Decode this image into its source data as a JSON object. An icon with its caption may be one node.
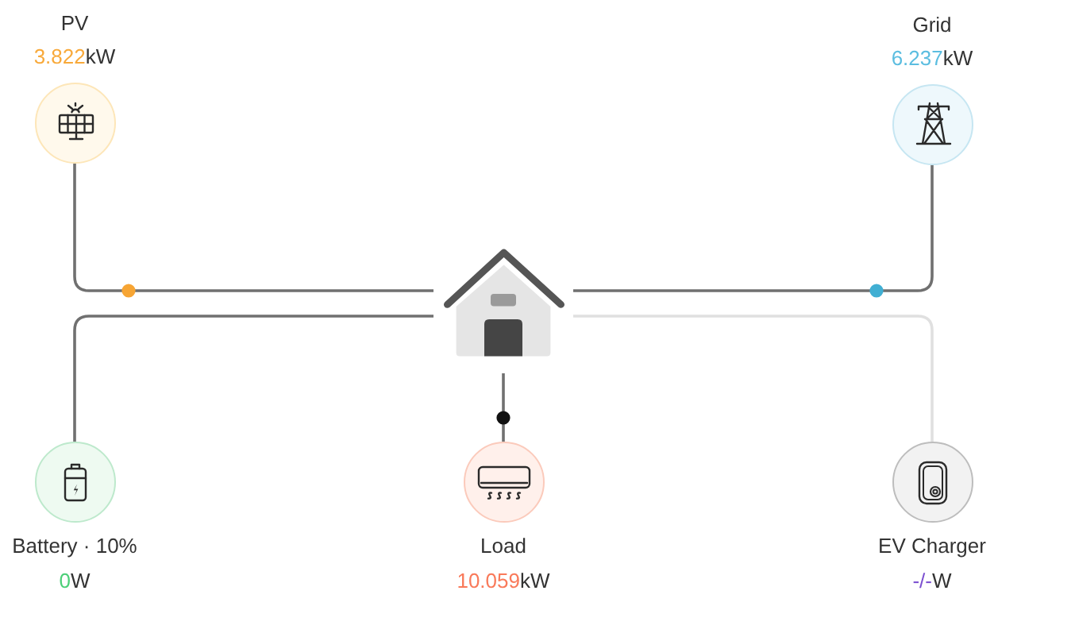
{
  "diagram": {
    "nodes": [
      {
        "text": [
          "PV",
          "3.822kW"
        ]
      },
      {
        "text": [
          "Grid",
          "6.237kW"
        ]
      },
      {
        "text": [],
        "shape": "picture"
      },
      {
        "text": [
          "Battery · 10%",
          "0W"
        ]
      },
      {
        "text": [
          "Load",
          "10.059kW"
        ]
      },
      {
        "text": [
          "EV Charger",
          "-/-W"
        ]
      }
    ],
    "edges": [
      {
        "from": 0,
        "to": 2,
        "arrow": "none"
      },
      {
        "from": 1,
        "to": 2,
        "arrow": "none"
      },
      {
        "from": 3,
        "to": 2,
        "arrow": "none"
      },
      {
        "from": 2,
        "to": 4,
        "arrow": "none"
      },
      {
        "from": 2,
        "to": 5,
        "arrow": "none",
        "color": "#e0e0e0"
      }
    ]
  }
}
